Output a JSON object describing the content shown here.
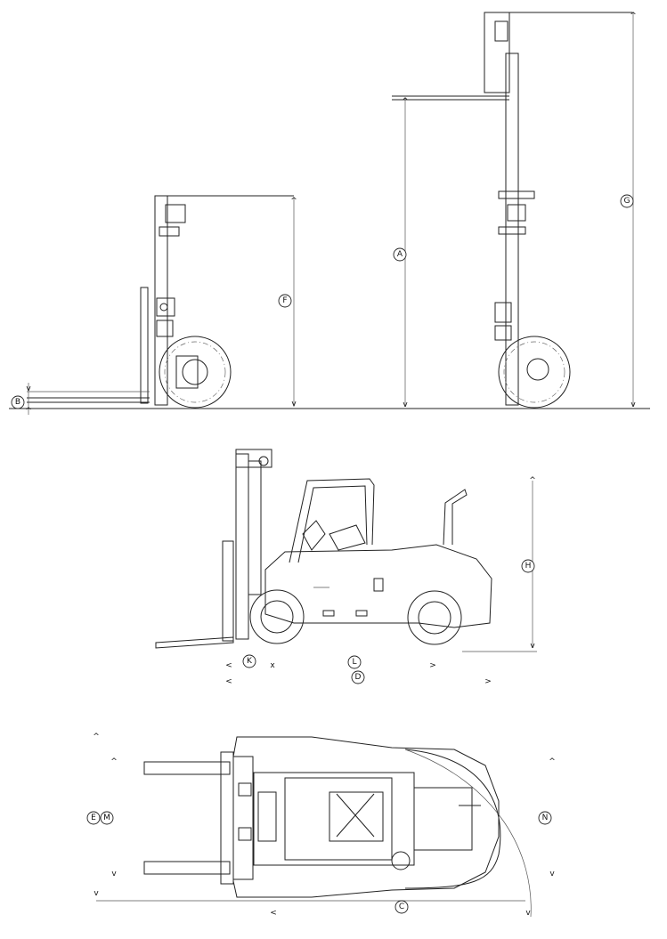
{
  "labels": {
    "A": "A",
    "B": "B",
    "C": "C",
    "D": "D",
    "E": "E",
    "F": "F",
    "G": "G",
    "H": "H",
    "K": "K",
    "L": "L",
    "M": "M",
    "N": "N"
  },
  "arrow_glyph_up": "^",
  "arrow_glyph_down": "v",
  "arrow_glyph_left": "<",
  "arrow_glyph_right": ">",
  "arrow_glyph_cross": "x"
}
